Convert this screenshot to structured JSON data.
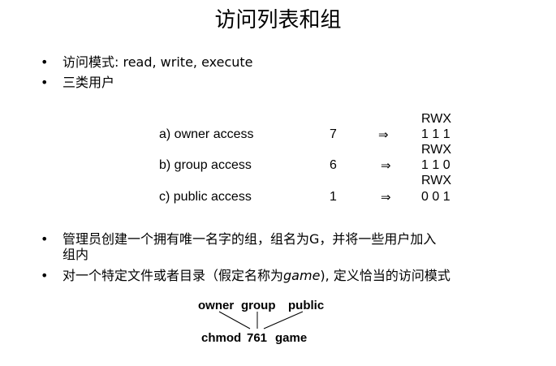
{
  "title": "访问列表和组",
  "bullets": {
    "b1": "访问模式: read, write, execute",
    "b2": "三类用户",
    "b3_line1": "管理员创建一个拥有唯一名字的组，组名为G，并将一些用户加入",
    "b3_line2": "组内",
    "b4_prefix": "对一个特定文件或者目录（假定名称为",
    "b4_italic": "game",
    "b4_suffix": "), 定义恰当的访问模式",
    "dot": "•"
  },
  "access_table": {
    "rows": [
      {
        "header": "RWX",
        "label": "a) owner access",
        "value": "7",
        "arrow": "⇒",
        "bits": "1 1 1"
      },
      {
        "header": "RWX",
        "label": "b) group access",
        "value": "6",
        "arrow": "⇒",
        "bits": "1 1 0"
      },
      {
        "header": "RWX",
        "label": "c) public access",
        "value": "1",
        "arrow": "⇒",
        "bits": "0 0 1"
      }
    ]
  },
  "chmod": {
    "owner": "owner",
    "group": "group",
    "public": "public",
    "command": "chmod",
    "mode": "761",
    "target": "game"
  }
}
